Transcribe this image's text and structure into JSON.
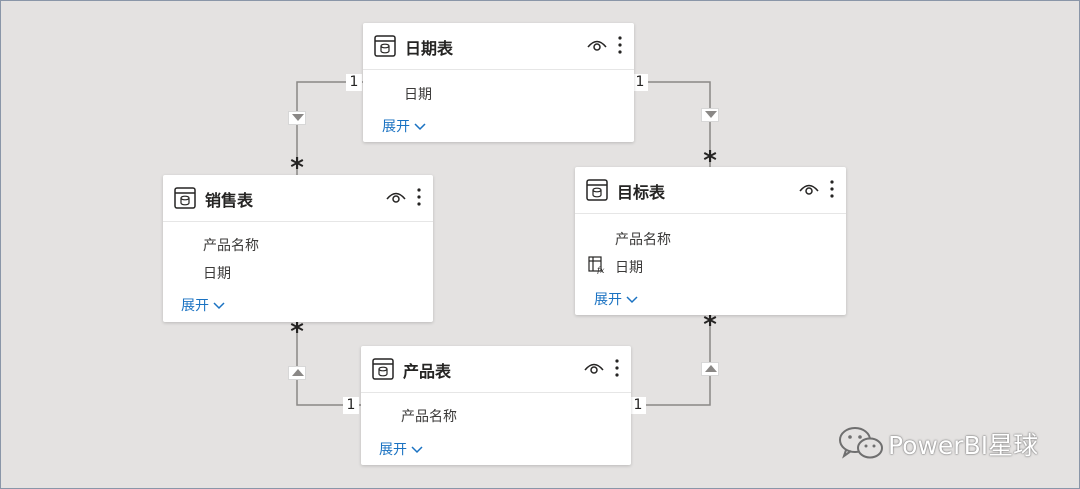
{
  "tables": {
    "date": {
      "title": "日期表",
      "fields": [
        "日期"
      ],
      "expand": "展开"
    },
    "sales": {
      "title": "销售表",
      "fields": [
        "产品名称",
        "日期"
      ],
      "expand": "展开"
    },
    "target": {
      "title": "目标表",
      "fields": [
        "产品名称",
        "日期"
      ],
      "expand": "展开",
      "calculated_field": "日期"
    },
    "product": {
      "title": "产品表",
      "fields": [
        "产品名称"
      ],
      "expand": "展开"
    }
  },
  "relationships": {
    "one": "1",
    "many": "*"
  },
  "watermark": {
    "text": "PowerBI星球"
  },
  "icons": {
    "table": "table-icon",
    "visibility": "eye-icon",
    "more": "more-options-icon",
    "expand": "chevron-down-icon",
    "calculated": "calculated-column-icon",
    "filter_direction": "filter-direction-icon"
  },
  "colors": {
    "link": "#1a72c2",
    "line": "#8a8886",
    "canvas": "#e4e2e1"
  }
}
